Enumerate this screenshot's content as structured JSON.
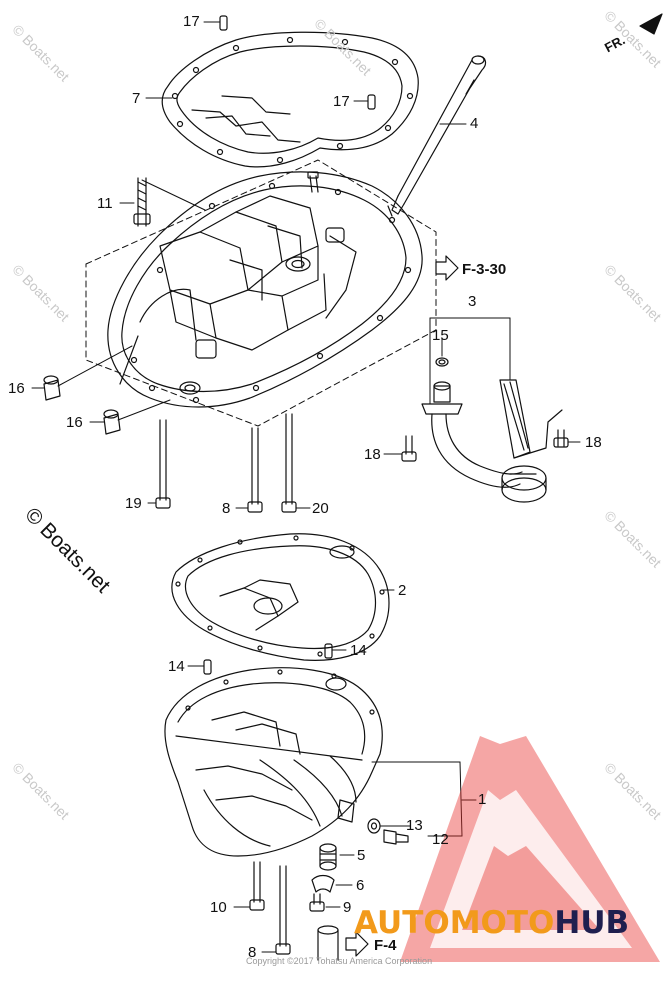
{
  "watermark": "© Boats.net",
  "watermark_small": "© Boats.net",
  "orientation_label": "FR.",
  "references": {
    "ref_f330": "F-3-30",
    "ref_f4": "F-4"
  },
  "callouts": {
    "c17a": "17",
    "c7": "7",
    "c17b": "17",
    "c4": "4",
    "c11": "11",
    "c3": "3",
    "c15": "15",
    "c16a": "16",
    "c16b": "16",
    "c18a": "18",
    "c18b": "18",
    "c19": "19",
    "c8a": "8",
    "c20": "20",
    "c2": "2",
    "c14a": "14",
    "c14b": "14",
    "c1": "1",
    "c13": "13",
    "c12": "12",
    "c5": "5",
    "c6": "6",
    "c10": "10",
    "c9": "9",
    "c8b": "8"
  },
  "copyright": "Copyright ©2017 Tohatsu America Corporation",
  "logo": {
    "part1": "AUTOMOTO",
    "part2": "HUB"
  },
  "colors": {
    "line": "#111111",
    "watermark": "#c9c9c9",
    "logo_red": "#e8302b",
    "logo_orange": "#f29a1b",
    "logo_navy": "#1f1f4f"
  }
}
